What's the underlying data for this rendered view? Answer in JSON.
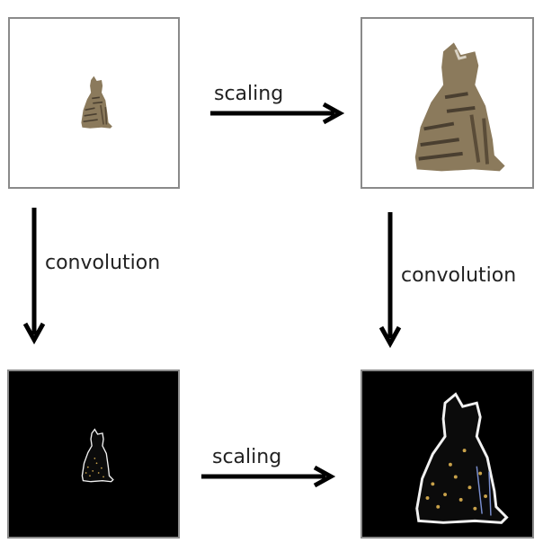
{
  "panels": {
    "top_left": {
      "background": "white",
      "content": "cat-photo-small"
    },
    "top_right": {
      "background": "white",
      "content": "cat-photo-large"
    },
    "bottom_left": {
      "background": "black",
      "content": "cat-edges-small"
    },
    "bottom_right": {
      "background": "black",
      "content": "cat-edges-large"
    }
  },
  "arrows": {
    "top": {
      "label": "scaling",
      "direction": "right"
    },
    "bottom": {
      "label": "scaling",
      "direction": "right"
    },
    "left": {
      "label": "convolution",
      "direction": "down"
    },
    "right": {
      "label": "convolution",
      "direction": "down"
    }
  },
  "colors": {
    "panel_border": "#8a8a8a",
    "arrow": "#000000",
    "cat_fur": "#8b7a5c",
    "cat_stripes": "#4a3f30",
    "edge_outline": "#f2f2f2",
    "edge_speckle": "#c9a24a"
  }
}
